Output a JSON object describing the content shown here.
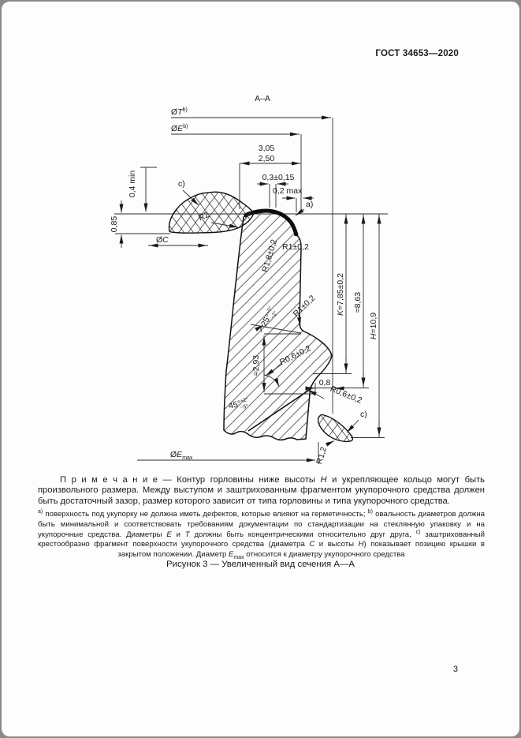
{
  "page": {
    "header": "ГОСТ 34653—2020",
    "number": "3"
  },
  "figure": {
    "title": "А–А",
    "caption": "Рисунок 3 — Увеличенный вид сечения А—А",
    "labels": {
      "dia_t": {
        "pre": "Ø",
        "it": "T",
        "sup": "b)"
      },
      "dia_e": {
        "pre": "Ø",
        "it": "E",
        "sup": "b)"
      },
      "dia_c": {
        "pre": "Ø",
        "it": "C"
      },
      "dia_emax": {
        "pre": "Ø",
        "it": "E",
        "sub": "max"
      },
      "d_305": "3,05",
      "d_250": "2,50",
      "d_03": "0,3±0,15",
      "d_02": "0,2 max",
      "ref_a": "a)",
      "ref_c_top": "c)",
      "ref_c_low": "c)",
      "d_04": "0,4 min",
      "d_085": "0,85",
      "r2": "R2",
      "r18": "R1,8±0,2",
      "r1_top": "R1±0,2",
      "r1_mid": "R1±0,2",
      "k": {
        "it": "K",
        "rest": "=7,85±0,2"
      },
      "h863": "≈8,63",
      "h": {
        "it": "H",
        "rest": "=10,9"
      },
      "ang25": {
        "main": "25°",
        "sup": "+5°",
        "sub": "−2°"
      },
      "d_293": "≈2,93",
      "r06_mid": "R0,6±0,2",
      "d_08": "0,8",
      "r06_low": "R0,6±0,2",
      "ang45": {
        "main": "45°",
        "sup": "+2°",
        "sub": "−5°"
      },
      "r12": "R1,2"
    }
  },
  "note": {
    "label": "П р и м е ч а н и е",
    "dash": " — ",
    "text1": "Контур горловины ниже высоты ",
    "var_h": "H",
    "text2": " и укрепляющее кольцо могут быть произвольного размера. Между выступом и заштрихованным фрагментом укупорочного средства должен быть достаточный зазор, размер которого зависит от типа горловины и типа укупорочного средства."
  },
  "footnotes": {
    "a_sup": "a)",
    "a_text": " поверхность под укупорку не должна иметь дефектов, которые влияют на герметичность; ",
    "b_sup": "b)",
    "b_text1": " овальность диаметров должна быть минимальной и соответствовать требованиям документации по стандартизации на стеклянную упаковку и на укупорочные средства. Диаметры ",
    "var_e": "E",
    "b_text2": " и ",
    "var_t": "T",
    "b_text3": " должны быть концентрическими относительно друг друга, ",
    "c_sup": "c)",
    "c_text1": " заштрихованный крестообразно фрагмент поверхности укупорочного средства (диаметра ",
    "var_c": "C",
    "c_text2": " и высоты ",
    "var_h": "H",
    "c_text3": ") показывает позицию крышки в закрытом положении. Диаметр ",
    "var_emax": "E",
    "var_emax_sub": "max",
    "c_text4": " относится к диаметру укупорочного средства"
  }
}
